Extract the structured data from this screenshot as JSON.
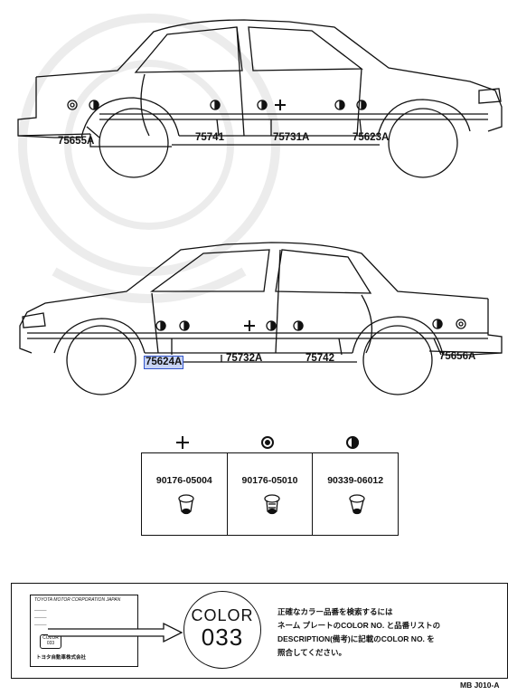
{
  "labels": {
    "upper_left": "75655A",
    "upper_mid_left": "75741",
    "upper_mid_right": "75731A",
    "upper_right": "75623A",
    "lower_left": "75624A",
    "lower_mid_left": "75732A",
    "lower_mid_right": "75742",
    "lower_right": "75656A"
  },
  "parts": [
    {
      "number": "90176-05004",
      "icon": "plus-clip-icon"
    },
    {
      "number": "90176-05010",
      "icon": "round-clip-icon"
    },
    {
      "number": "90339-06012",
      "icon": "half-circle-clip-icon"
    }
  ],
  "note": {
    "color_word": "COLOR",
    "color_no": "033",
    "plate_title": "TOYOTA MOTOR CORPORATION JAPAN",
    "plate_color_label": "COLOR",
    "plate_color_no": "033",
    "plate_maker": "トヨタ自動車株式会社",
    "line1": "正確なカラー品番を検索するには",
    "line2": "ネーム プレートのCOLOR NO. と品番リストの",
    "line3": "DESCRIPTION(備考)に記載のCOLOR NO. を",
    "line4": "照合してください。"
  },
  "footer": "MB J010-A",
  "colors": {
    "line": "#111111",
    "highlight_bg": "#c8d4f4",
    "highlight_border": "#3355cc"
  }
}
